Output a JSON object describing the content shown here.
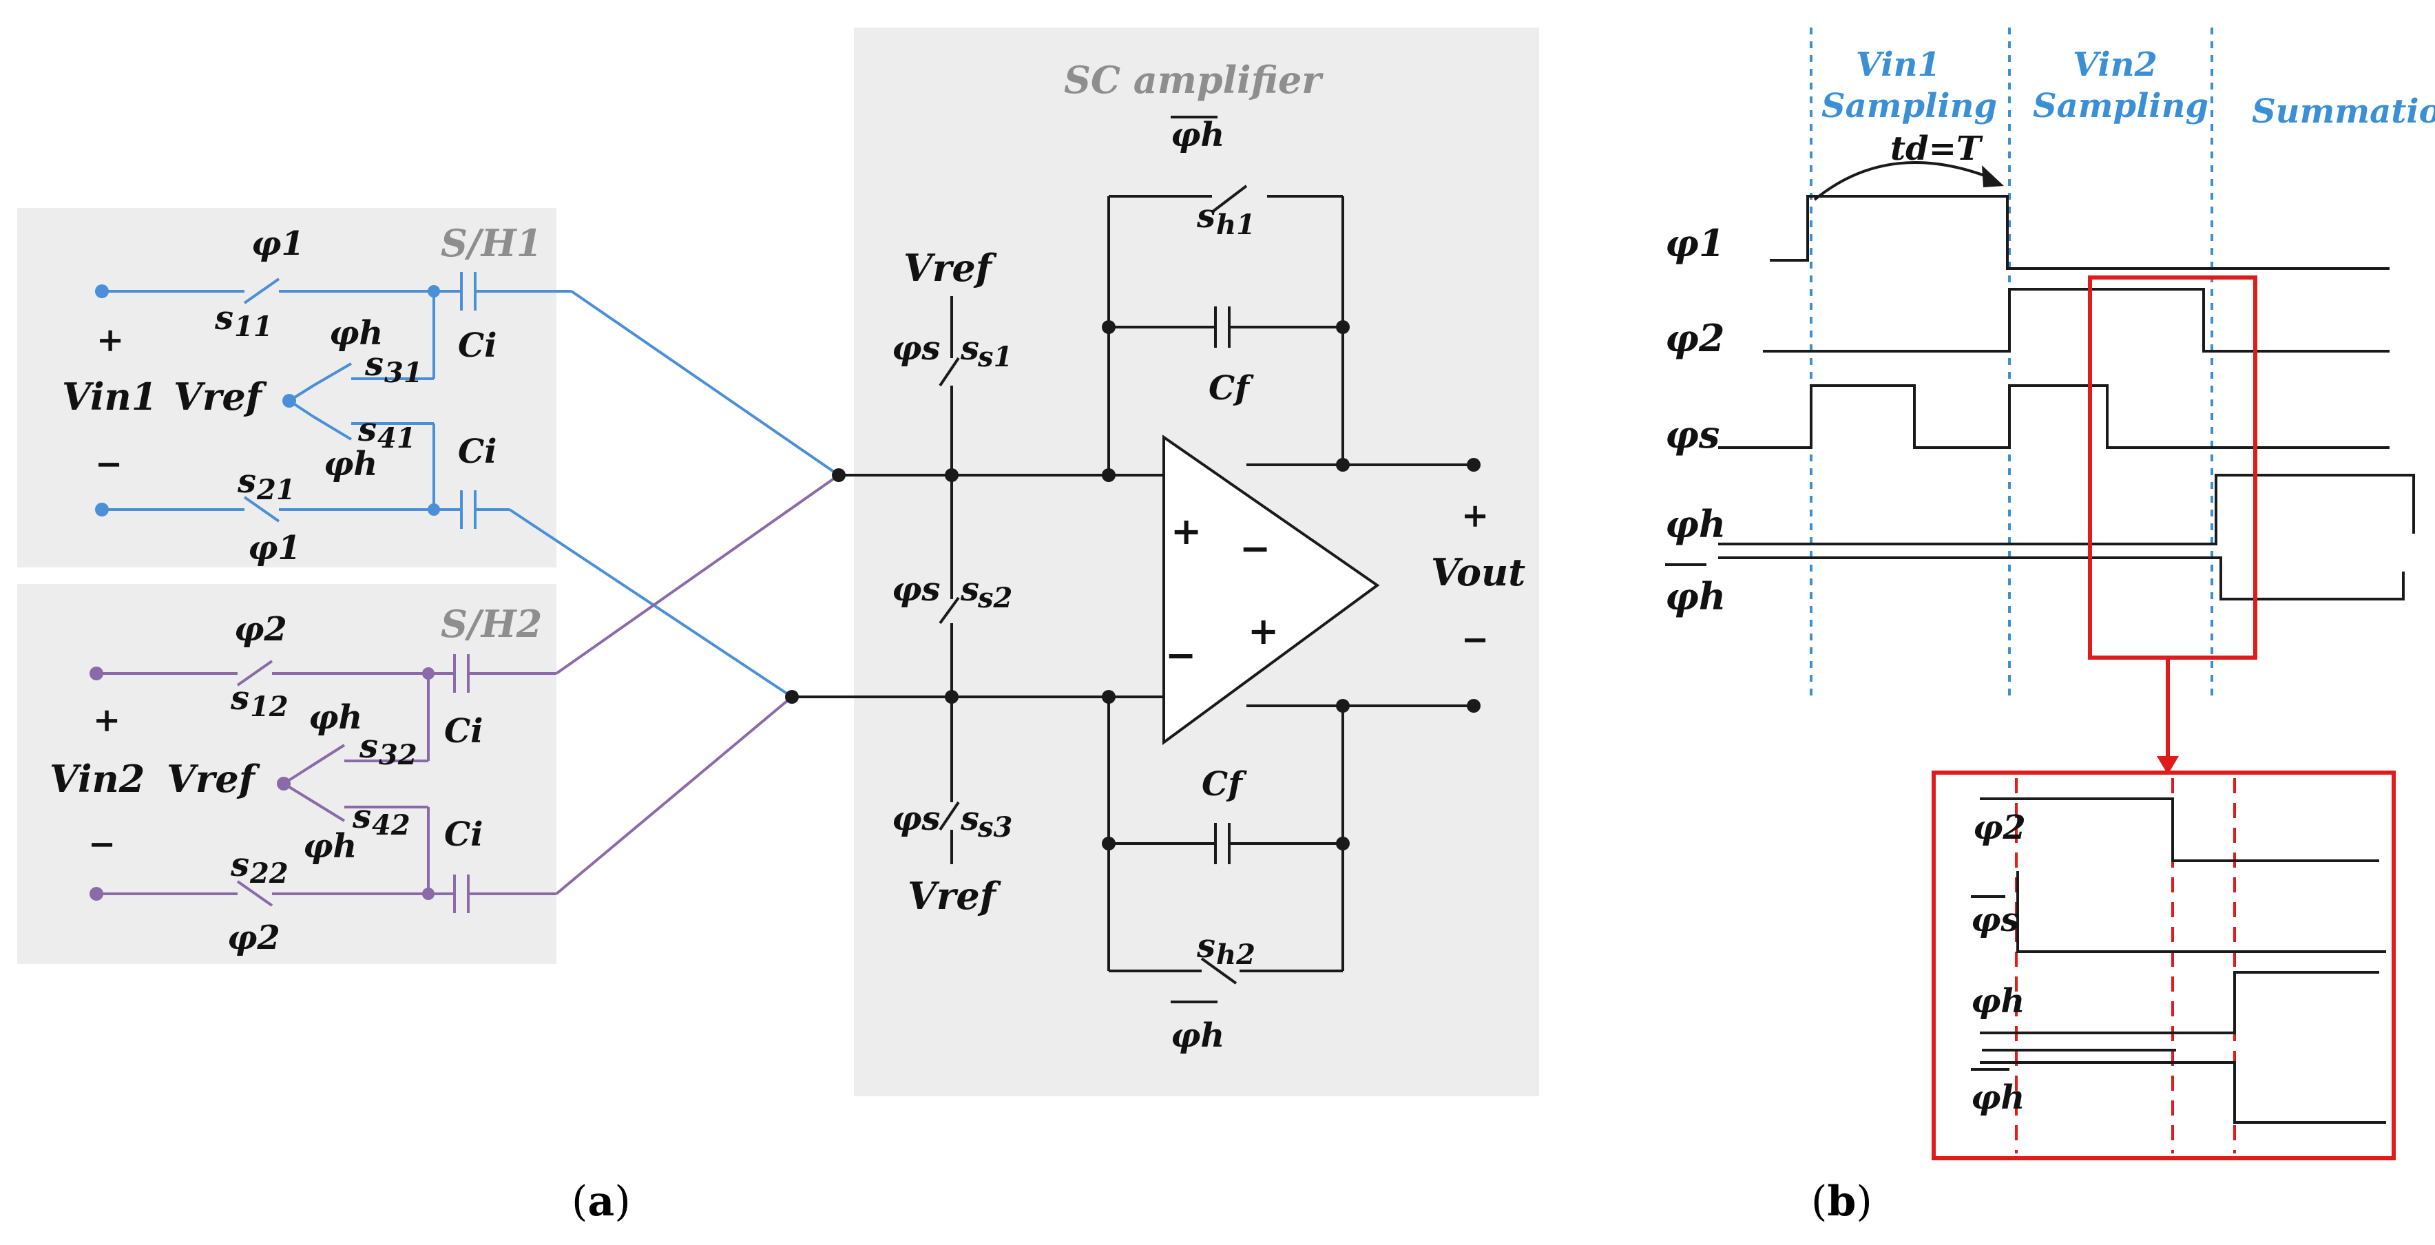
{
  "panel_a": {
    "sh1_title": "S/H1",
    "sh2_title": "S/H2",
    "amp_title": "SC amplifier",
    "sh1": {
      "phi_top": "φ1",
      "s_top": "s",
      "s_top_sub": "11",
      "plus": "+",
      "minus": "−",
      "vin": "Vin1",
      "vref": "Vref",
      "phih_a": "φh",
      "s3": "s",
      "s3_sub": "31",
      "s4": "s",
      "s4_sub": "41",
      "phih_b": "φh",
      "s_bot": "s",
      "s_bot_sub": "21",
      "phi_bot": "φ1",
      "ci_top": "Ci",
      "ci_bot": "Ci"
    },
    "sh2": {
      "phi_top": "φ2",
      "s_top": "s",
      "s_top_sub": "12",
      "plus": "+",
      "minus": "−",
      "vin": "Vin2",
      "vref": "Vref",
      "phih_a": "φh",
      "s3": "s",
      "s3_sub": "32",
      "s4": "s",
      "s4_sub": "42",
      "phih_b": "φh",
      "s_bot": "s",
      "s_bot_sub": "22",
      "phi_bot": "φ2",
      "ci_top": "Ci",
      "ci_bot": "Ci"
    },
    "amp": {
      "phih_top": "φh",
      "sh1": "s",
      "sh1_sub": "h1",
      "cf_top": "Cf",
      "vref_top": "Vref",
      "phis1": "φs",
      "ss1": "s",
      "ss1_sub": "s1",
      "phis2": "φs",
      "ss2": "s",
      "ss2_sub": "s2",
      "phis3": "φs",
      "ss3": "s",
      "ss3_sub": "s3",
      "vref_bot": "Vref",
      "cf_bot": "Cf",
      "sh2": "s",
      "sh2_sub": "h2",
      "phih_bot": "φh",
      "opamp_plus_in": "+",
      "opamp_minus_in": "−",
      "opamp_minus_out": "−",
      "opamp_plus_out": "+",
      "out_plus": "+",
      "vout": "Vout",
      "out_minus": "−"
    },
    "caption_open": "(",
    "caption_letter": "a",
    "caption_close": ")"
  },
  "panel_b": {
    "phase1": "Vin1",
    "phase1b": "Sampling",
    "phase2": "Vin2",
    "phase2b": "Sampling",
    "phase3": "Summation",
    "td": "td=T",
    "sig_phi1": "φ1",
    "sig_phi2": "φ2",
    "sig_phis": "φs",
    "sig_phih": "φh",
    "sig_phihbar": "φh",
    "zoom_phi2": "φ2",
    "zoom_phis": "φs",
    "zoom_phih": "φh",
    "zoom_phihbar": "φh",
    "caption_open": "(",
    "caption_letter": "b",
    "caption_close": ")"
  },
  "colors": {
    "sh1_wire": "#4a8fd8",
    "sh2_wire": "#8a6aa8",
    "panel_bg": "#ededed",
    "highlight": "#e01b1b",
    "phase_text": "#3b8fd4"
  }
}
